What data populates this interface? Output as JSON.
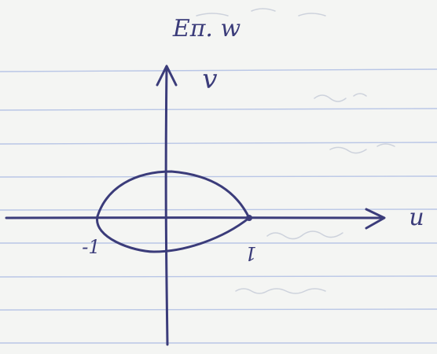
{
  "diagram": {
    "title": "Επ. w",
    "vertical_axis_label": "v",
    "horizontal_axis_label": "u",
    "tick_left_label": "-1",
    "tick_right_label": "1",
    "ink_color": "#3b3c7a",
    "rule_color": "#b9c6e6"
  }
}
